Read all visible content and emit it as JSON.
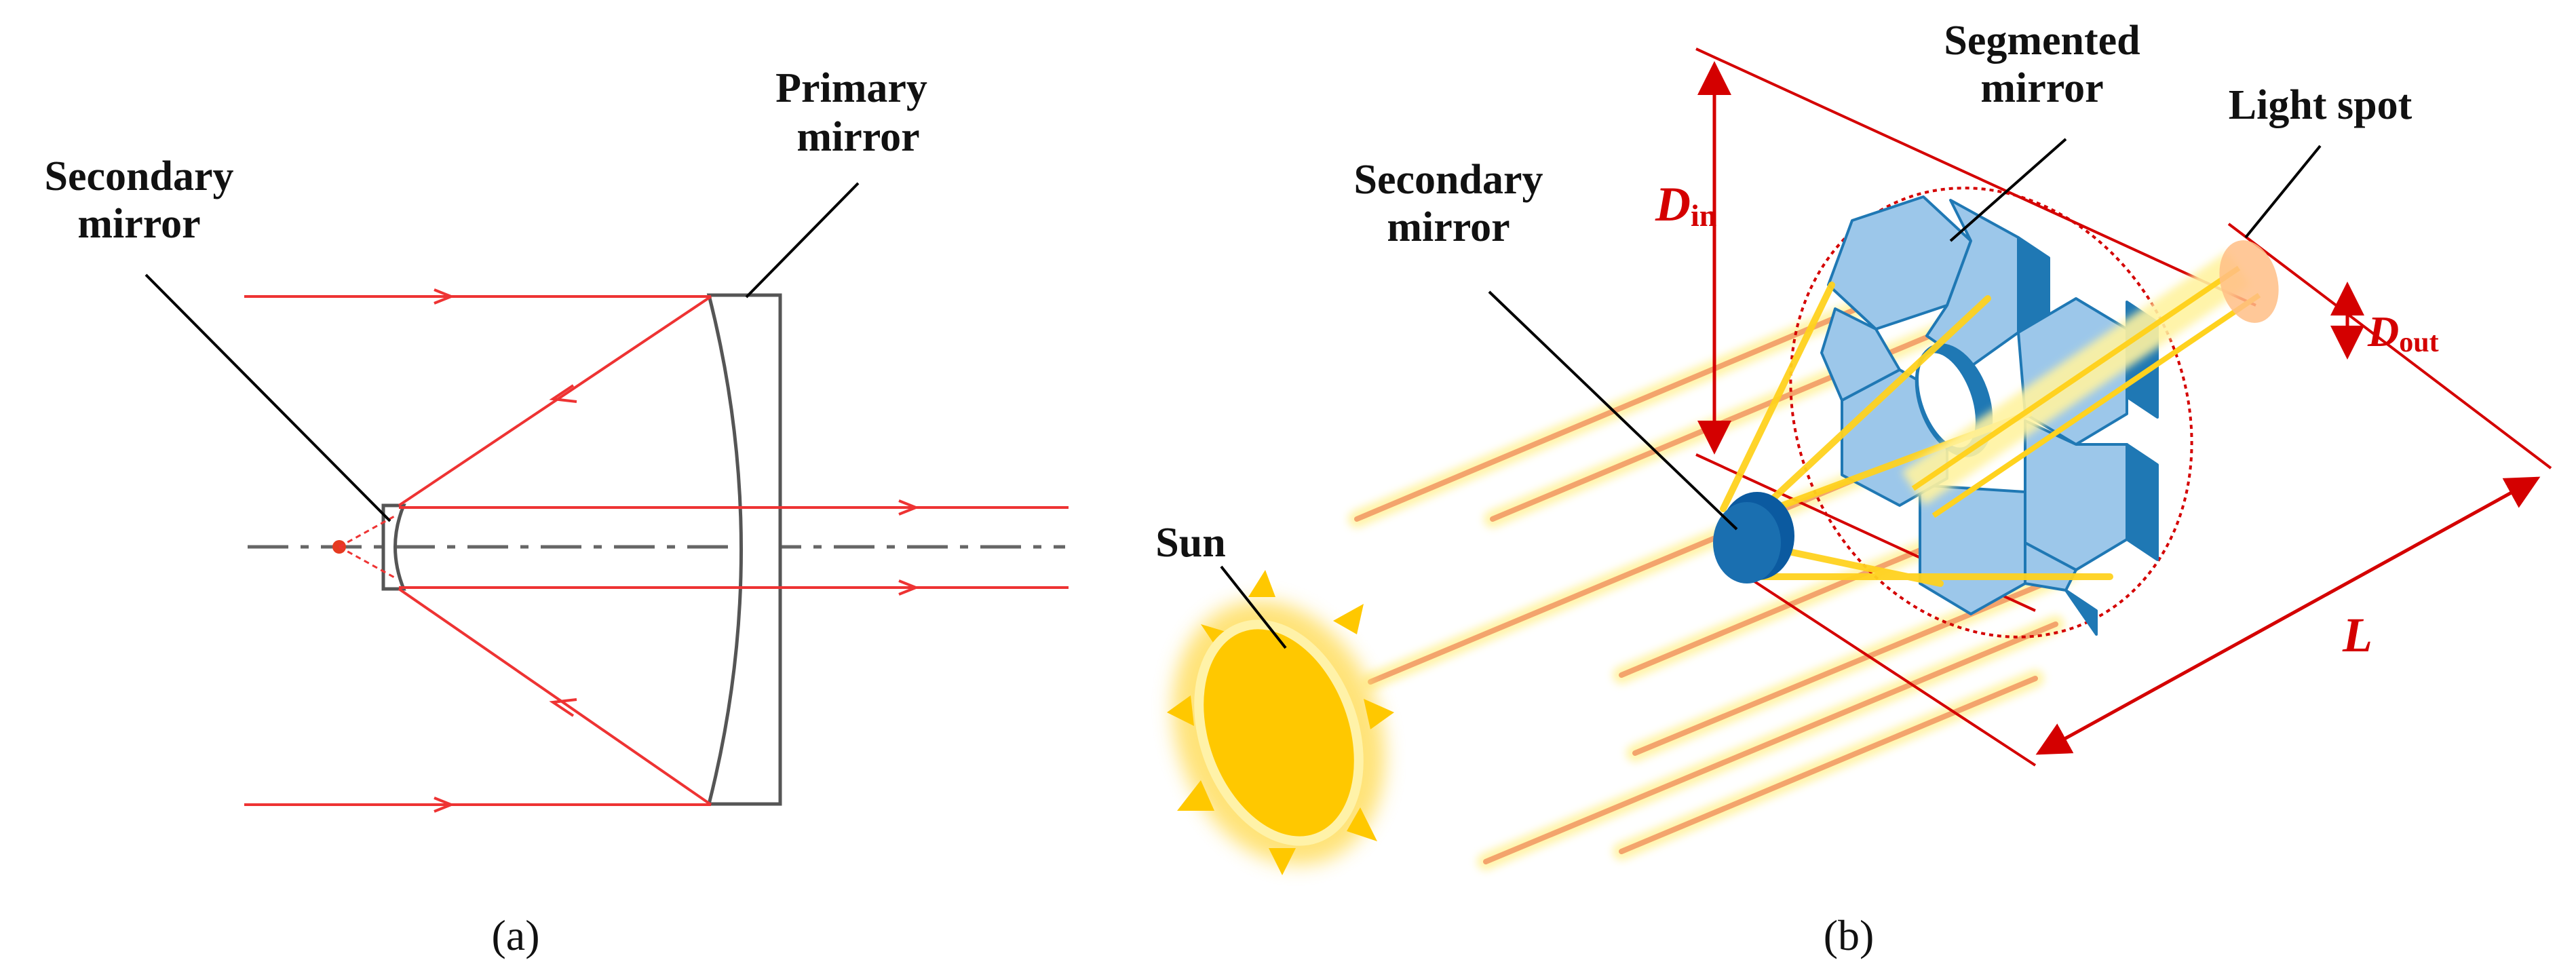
{
  "panel_a": {
    "caption": "(a)",
    "secondary_mirror_label": [
      "Secondary",
      "mirror"
    ],
    "primary_mirror_label": [
      "Primary",
      "mirror"
    ]
  },
  "panel_b": {
    "caption": "(b)",
    "segmented_mirror_label": [
      "Segmented",
      "mirror"
    ],
    "light_spot_label": "Light spot",
    "secondary_mirror_label": [
      "Secondary",
      "mirror"
    ],
    "sun_label": "Sun",
    "d_in": {
      "symbol": "D",
      "subscript": "in"
    },
    "d_out": {
      "symbol": "D",
      "subscript": "out"
    },
    "length": "L"
  },
  "colors": {
    "ray": "#ee3333",
    "dimension": "#d40000",
    "mirror_fill": "#9cc7ea",
    "mirror_edge": "#1f78b4",
    "secondary_fill": "#1a6fb0",
    "sun_fill": "#ffc800",
    "sunbeam": "#ffd21f"
  }
}
